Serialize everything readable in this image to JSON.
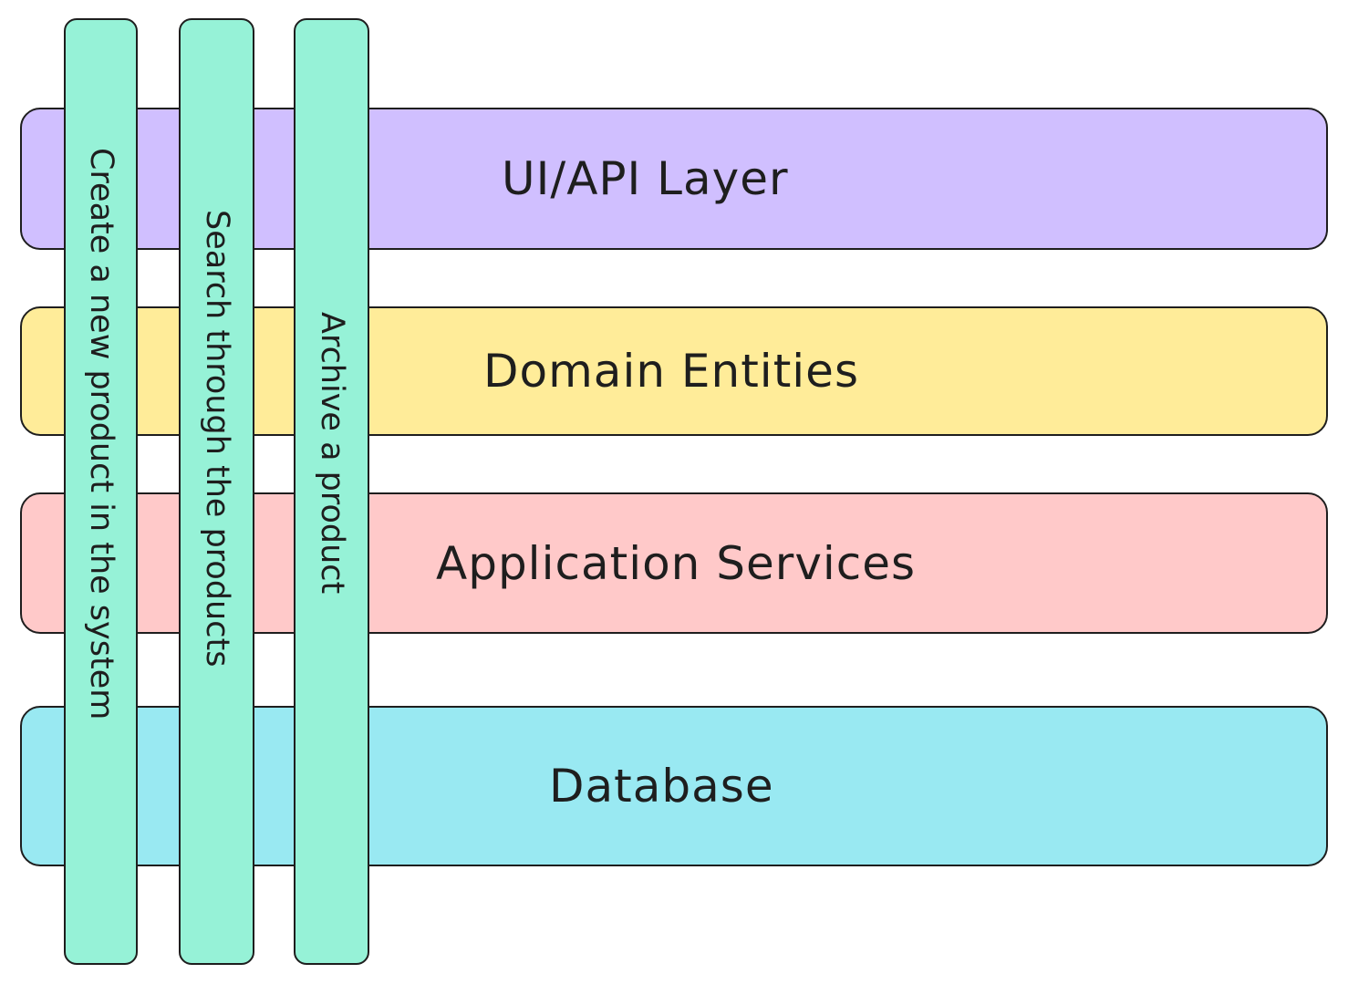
{
  "layers": [
    {
      "label": "UI/API Layer",
      "color": "#d0bfff"
    },
    {
      "label": "Domain Entities",
      "color": "#ffec99"
    },
    {
      "label": "Application Services",
      "color": "#ffc9c9"
    },
    {
      "label": "Database",
      "color": "#99e9f2"
    }
  ],
  "slices": [
    {
      "label": "Create a new product in the system"
    },
    {
      "label": "Search through the products"
    },
    {
      "label": "Archive a product"
    }
  ],
  "colors": {
    "slice_fill": "#96f2d7",
    "stroke": "#1e1e1e"
  }
}
